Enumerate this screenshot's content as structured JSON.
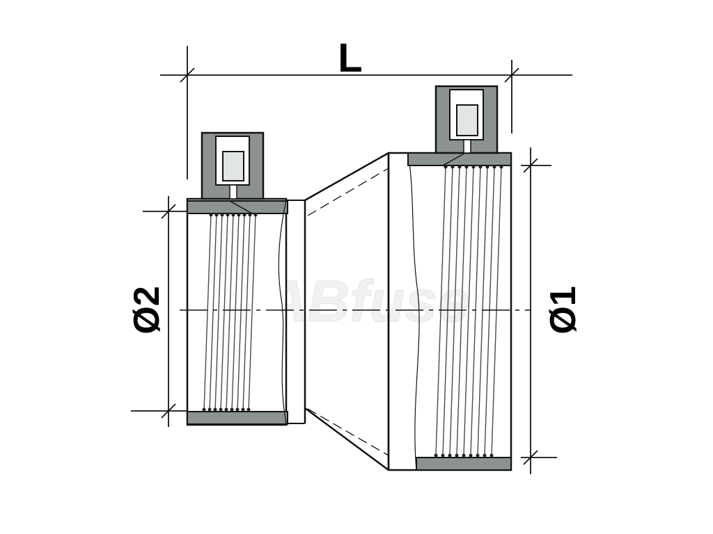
{
  "diagram": {
    "labels": {
      "length": "L",
      "diameter_large": "Ø1",
      "diameter_small": "Ø2"
    },
    "watermark": "SABfuse",
    "colors": {
      "line": "#111111",
      "band": "#8c9290",
      "terminal_face": "#e2e6e3",
      "wire": "#4a4a4a",
      "background": "#ffffff"
    },
    "terminal_count": 2,
    "wire_count_each_end": 9
  }
}
